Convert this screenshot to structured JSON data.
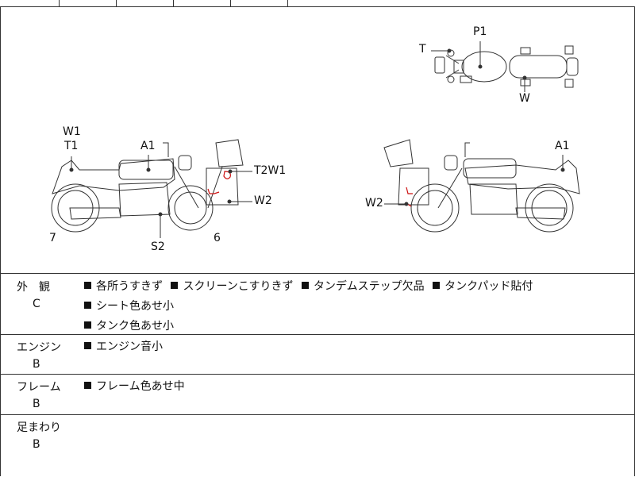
{
  "diagram": {
    "top_labels": {
      "T": "T",
      "P1": "P1",
      "W": "W"
    },
    "left_labels": {
      "W1": "W1",
      "T1": "T1",
      "A1": "A1",
      "T2W1": "T2W1",
      "W2": "W2",
      "n7": "7",
      "S2": "S2",
      "n6": "6"
    },
    "right_labels": {
      "A1": "A1",
      "W2": "W2"
    }
  },
  "rows": [
    {
      "category": "外　観",
      "grade": "C",
      "items": [
        "各所うすきず",
        "スクリーンこすりきず",
        "タンデムステップ欠品",
        "タンクパッド貼付",
        "シート色あせ小",
        "タンク色あせ小"
      ]
    },
    {
      "category": "エンジン",
      "grade": "B",
      "items": [
        "エンジン音小"
      ]
    },
    {
      "category": "フレーム",
      "grade": "B",
      "items": [
        "フレーム色あせ中"
      ]
    },
    {
      "category": "足まわり",
      "grade": "B",
      "items": []
    }
  ],
  "colors": {
    "line": "#333333",
    "mark": "#cc1111"
  }
}
